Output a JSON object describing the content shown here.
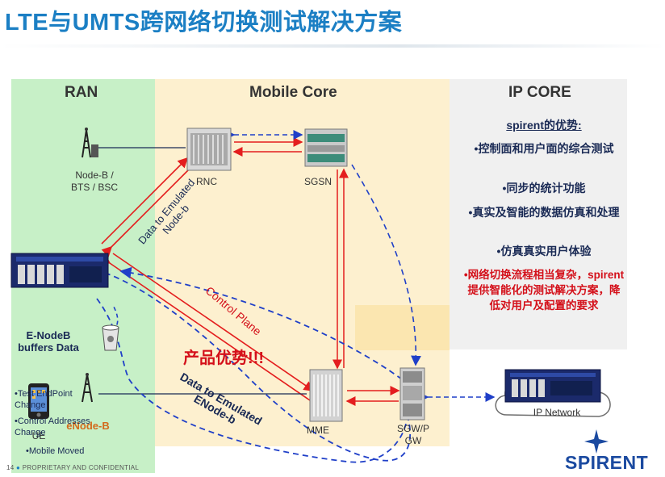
{
  "title": "LTE与UMTS跨网络切换测试解决方案",
  "zones": {
    "ran": "RAN",
    "mobile_core": "Mobile Core",
    "ip_core": "IP CORE"
  },
  "nodes": {
    "nodeb": "Node-B /\nBTS / BSC",
    "rnc": "RNC",
    "sgsn": "SGSN",
    "mme": "MME",
    "sgw": "SGW/P\nGW",
    "ip_network": "IP Network",
    "enodeb_buffers": "E-NodeB\nbuffers Data",
    "enodeb": "eNode-B",
    "ue": "UE"
  },
  "flow_labels": {
    "data_emulated_nodeb": "Data to Emulated\nNode-b",
    "control_plane": "Control Plane",
    "data_emulated_enodeb": "Data to Emulated\nENode-b",
    "product_advantage": "产品优势!!!"
  },
  "advantages": {
    "heading": "spirent的优势:",
    "items": [
      "•控制面和用户面的综合测试",
      "•同步的统计功能",
      "•真实及智能的数据仿真和处理",
      "•仿真真实用户体验"
    ],
    "highlight": "•网络切换流程相当复杂，spirent提供智能化的测试解决方案，降低对用户及配置的要求"
  },
  "ue_notes": [
    "•Test EndPoint Change",
    "•Control Addresses Change",
    "•Mobile Moved"
  ],
  "logo": "SPIRENT",
  "footer": {
    "page": "14",
    "text": "PROPRIETARY AND CONFIDENTIAL"
  },
  "colors": {
    "title": "#1b7fc4",
    "control_link": "#e41e1e",
    "data_link": "#1f3fc8",
    "ran_zone": "#c7f0c7",
    "core_zone": "#fdf0cf",
    "ip_zone": "#f0f0f0"
  }
}
